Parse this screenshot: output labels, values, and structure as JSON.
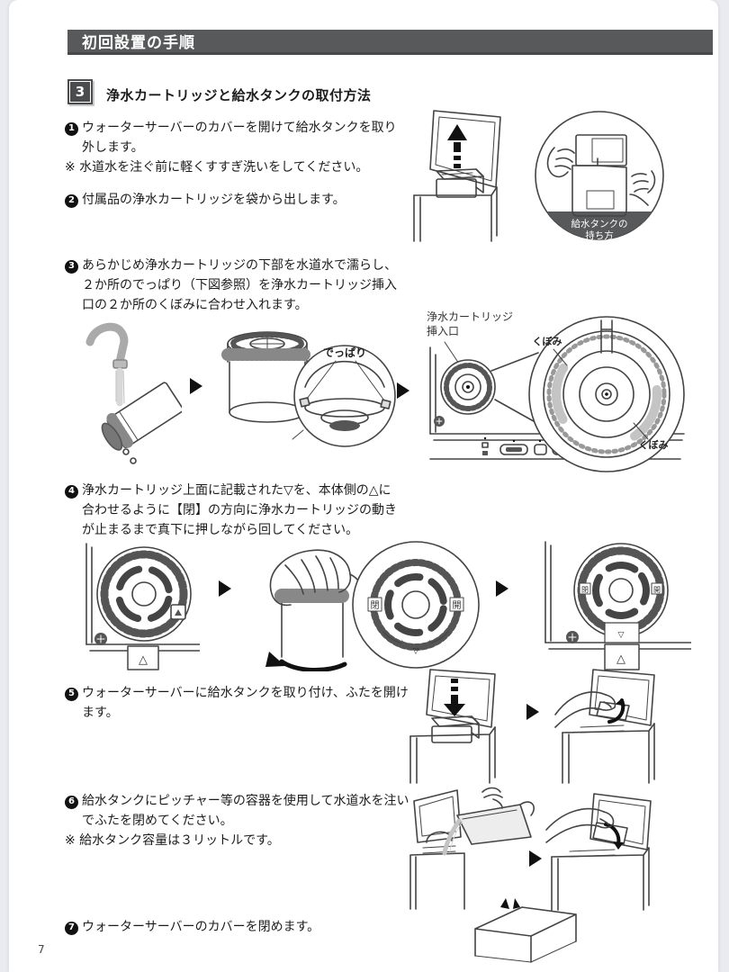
{
  "page": {
    "number": "7"
  },
  "header": {
    "title": "初回設置の手順"
  },
  "section": {
    "step_number": "3",
    "title": "浄水カートリッジと給水タンクの取付方法"
  },
  "steps": [
    {
      "num": "1",
      "lines": [
        "ウォーターサーバーのカバーを開けて給水タンクを取り",
        "外します。"
      ],
      "note": "※ 水道水を注ぐ前に軽くすすぎ洗いをしてください。"
    },
    {
      "num": "2",
      "lines": [
        "付属品の浄水カートリッジを袋から出します。"
      ]
    },
    {
      "num": "3",
      "lines": [
        "あらかじめ浄水カートリッジの下部を水道水で濡らし、",
        "２か所のでっぱり（下図参照）を浄水カートリッジ挿入",
        "口の２か所のくぼみに合わせ入れます。"
      ]
    },
    {
      "num": "4",
      "lines": [
        "浄水カートリッジ上面に記載された▽を、本体側の△に",
        "合わせるように【閉】の方向に浄水カートリッジの動き",
        "が止まるまで真下に押しながら回してください。"
      ]
    },
    {
      "num": "5",
      "lines": [
        "ウォーターサーバーに給水タンクを取り付け、ふたを開け",
        "ます。"
      ]
    },
    {
      "num": "6",
      "lines": [
        "給水タンクにピッチャー等の容器を使用して水道水を注い",
        "でふたを閉めてください。"
      ],
      "note": "※ 給水タンク容量は３リットルです。"
    },
    {
      "num": "7",
      "lines": [
        "ウォーターサーバーのカバーを閉めます。"
      ]
    }
  ],
  "labels": {
    "tank_hold_line1": "給水タンクの",
    "tank_hold_line2": "持ち方",
    "protrusion": "でっぱり",
    "insertion_port_line1": "浄水カートリッジ",
    "insertion_port_line2": "挿入口",
    "recess_top": "くぼみ",
    "recess_bottom": "くぼみ",
    "close_kanji": "閉",
    "open_kanji": "開",
    "triangle_up": "△",
    "triangle_down": "▽"
  },
  "colors": {
    "header_bar": "#58595b",
    "step_box": "#4b4c4e",
    "caption_band": "#58595b",
    "badge": "#111111",
    "page_bg": "#e9ebf1",
    "text": "#1c1c1c"
  }
}
